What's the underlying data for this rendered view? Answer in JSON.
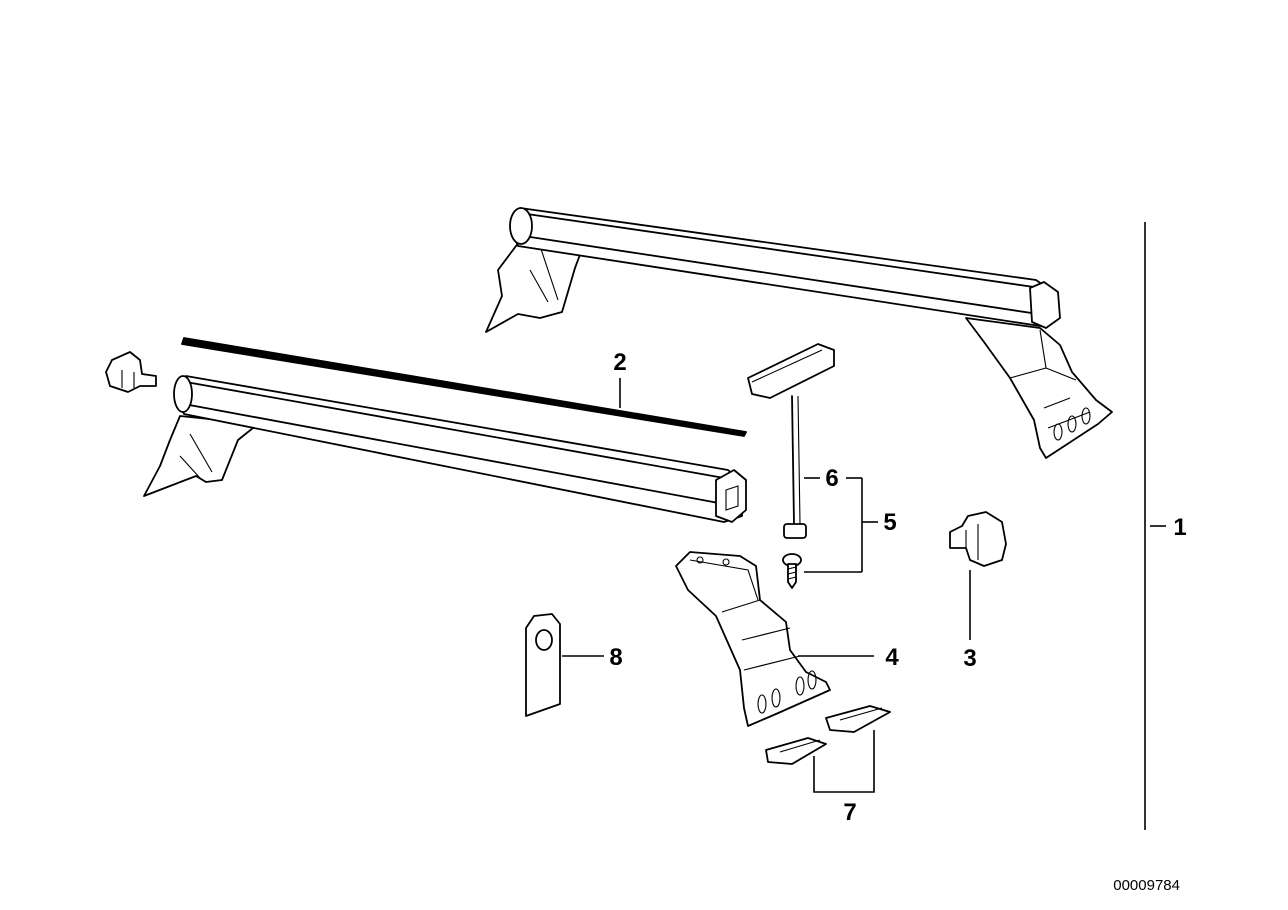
{
  "diagram": {
    "callouts": {
      "c1": "1",
      "c2": "2",
      "c3": "3",
      "c4": "4",
      "c5": "5",
      "c6": "6",
      "c7": "7",
      "c8": "8"
    },
    "document_number": "00009784"
  }
}
